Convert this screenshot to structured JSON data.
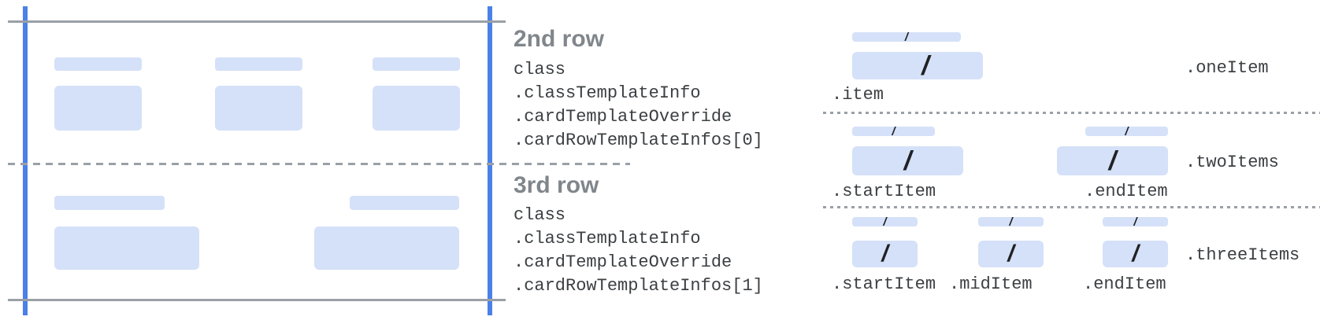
{
  "palette": {
    "guide_blue": "#4b80e8",
    "line_gray": "#9aa0a6",
    "bar_blue": "#d5e1f8",
    "heading_gray": "#80868b",
    "text_dark": "#3c4043",
    "slash_dark": "#202124"
  },
  "annotations": [
    {
      "heading": "2nd row",
      "lines": [
        "class",
        ".classTemplateInfo",
        ".cardTemplateOverride",
        ".cardRowTemplateInfos[0]"
      ]
    },
    {
      "heading": "3rd row",
      "lines": [
        "class",
        ".classTemplateInfo",
        ".cardTemplateOverride",
        ".cardRowTemplateInfos[1]"
      ]
    }
  ],
  "item_layouts": [
    {
      "name": ".oneItem",
      "items": [
        ".item"
      ]
    },
    {
      "name": ".twoItems",
      "items": [
        ".startItem",
        ".endItem"
      ]
    },
    {
      "name": ".threeItems",
      "items": [
        ".startItem",
        ".midItem",
        ".endItem"
      ]
    }
  ],
  "glyphs": {
    "slash": "/"
  }
}
